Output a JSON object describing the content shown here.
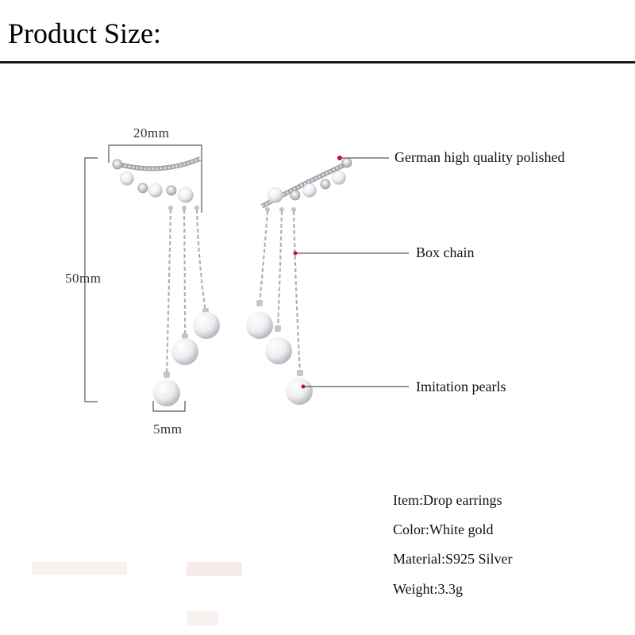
{
  "heading": "Product Size:",
  "dimensions": {
    "width": "20mm",
    "length": "50mm",
    "pearl": "5mm"
  },
  "callouts": [
    {
      "label": "German high quality polished"
    },
    {
      "label": "Box chain"
    },
    {
      "label": "Imitation pearls"
    }
  ],
  "specs": [
    {
      "text": "Item:Drop earrings"
    },
    {
      "text": "Color:White gold"
    },
    {
      "text": "Material:S925 Silver"
    },
    {
      "text": "Weight:3.3g"
    }
  ],
  "colors": {
    "marker": "#c8102e",
    "rule": "#1a1a1a",
    "silver": "#b9bcc2",
    "pearl": "#f4f4f6"
  }
}
